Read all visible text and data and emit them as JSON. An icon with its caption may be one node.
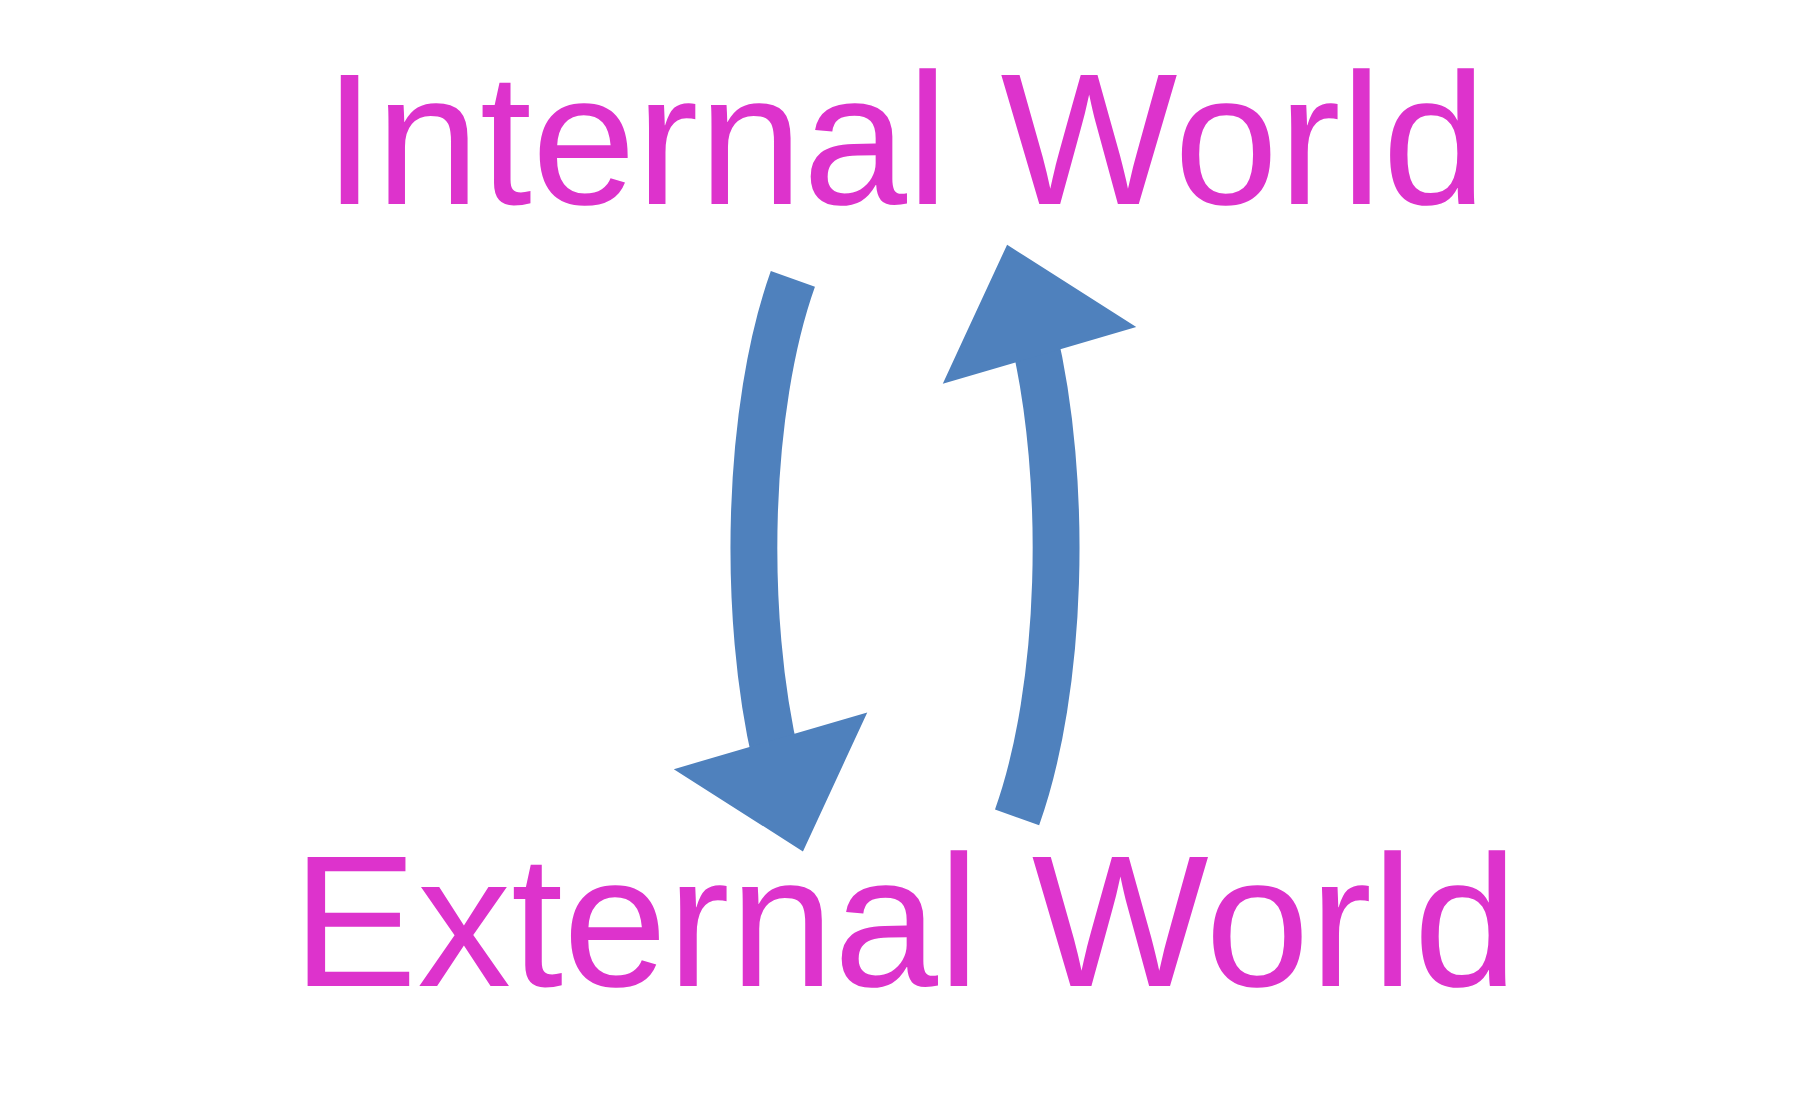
{
  "diagram": {
    "nodes": [
      {
        "text": [
          "Internal World"
        ]
      },
      {
        "text": [
          "External World"
        ]
      }
    ],
    "edges": [
      {
        "from": 0,
        "to": 1,
        "arrow": "to"
      },
      {
        "from": 1,
        "to": 0,
        "arrow": "to"
      }
    ]
  }
}
